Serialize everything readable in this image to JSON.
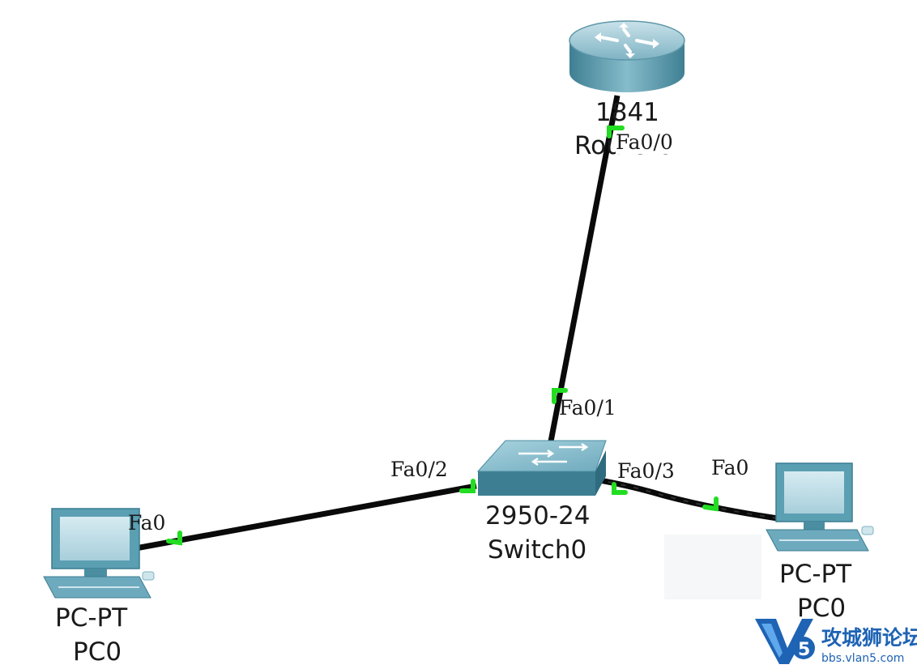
{
  "devices": {
    "router": {
      "model": "1841",
      "name": "Router0"
    },
    "switch": {
      "model": "2950-24",
      "name": "Switch0"
    },
    "pc_left": {
      "model": "PC-PT",
      "name": "PC0"
    },
    "pc_right": {
      "model": "PC-PT",
      "name": "PC0"
    }
  },
  "ports": {
    "router_fa": "Fa0/0",
    "switch_up": "Fa0/1",
    "switch_left": "Fa0/2",
    "switch_right": "Fa0/3",
    "pc_left_fa": "Fa0",
    "pc_right_fa": "Fa0"
  },
  "watermark": {
    "title": "攻城狮论坛",
    "url": "bbs.vlan5.com"
  },
  "colors": {
    "cable": "#0a0a0a",
    "link_up": "#22dd22",
    "device_blue": "#4f98ad",
    "watermark_blue": "#1e63b4"
  }
}
